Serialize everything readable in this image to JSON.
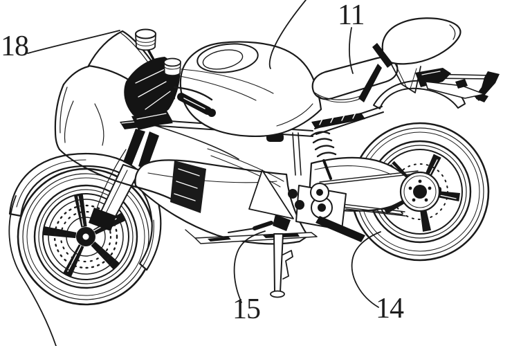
{
  "figure": {
    "kind": "patent line drawing",
    "subject": "sport motorcycle, side view, standing on kickstand",
    "background_color": "#ffffff",
    "line_color": "#1a1a1a"
  },
  "labels": [
    {
      "text": "18",
      "points_to": "windscreen"
    },
    {
      "text": "11",
      "points_to": "seat"
    },
    {
      "text": "15",
      "points_to": "kickstand / motor area"
    },
    {
      "text": "14",
      "points_to": "rear wheel"
    }
  ],
  "partial_leader_lines": [
    {
      "position": "top-center",
      "points_to": "fuel tank"
    },
    {
      "position": "bottom-left",
      "points_to": "front wheel / fender"
    }
  ]
}
